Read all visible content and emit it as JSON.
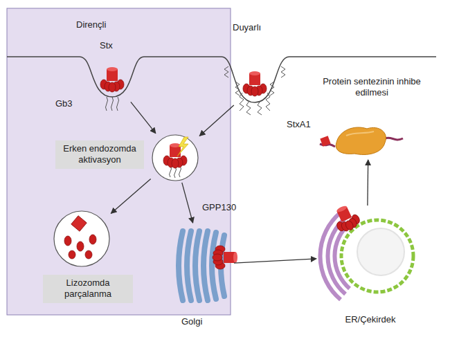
{
  "diagram": {
    "nodes": [
      {
        "text": [
          "Dirençli"
        ]
      },
      {
        "text": [
          "Stx",
          "Gb3"
        ],
        "in": 0
      },
      {
        "text": [
          "Duyarlı"
        ]
      },
      {
        "text": [
          "Erken endozomda aktivasyon"
        ],
        "in": 0
      },
      {
        "text": [
          "Lizozomda parçalanma"
        ],
        "in": 0
      },
      {
        "text": [
          "GPP130",
          "Golgi"
        ]
      },
      {
        "text": [
          "ER/Çekirdek"
        ]
      },
      {
        "text": [
          "Protein sentezinin inhibe edilmesi",
          "StxA1"
        ]
      }
    ],
    "edges": [
      {
        "from": 1,
        "to": 3,
        "arrow": "to"
      },
      {
        "from": 2,
        "to": 3,
        "arrow": "to"
      },
      {
        "from": 3,
        "to": 4,
        "arrow": "to"
      },
      {
        "from": 3,
        "to": 5,
        "arrow": "to"
      },
      {
        "from": 5,
        "to": 6,
        "arrow": "to"
      },
      {
        "from": 6,
        "to": 7,
        "arrow": "to"
      }
    ]
  }
}
